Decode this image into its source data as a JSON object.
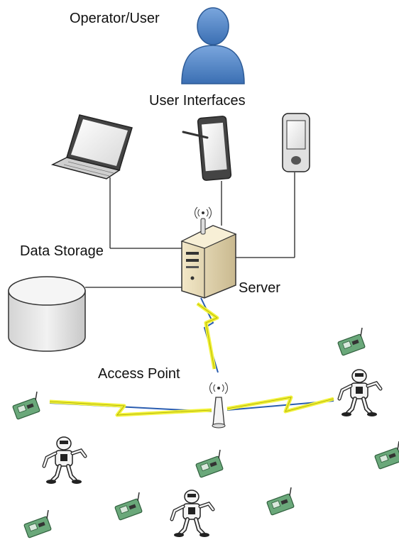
{
  "labels": {
    "operator": "Operator/User",
    "user_interfaces": "User Interfaces",
    "data_storage": "Data Storage",
    "server": "Server",
    "access_point": "Access Point"
  },
  "colors": {
    "person": "#4a7fc1",
    "device_frame": "#444444",
    "lightning": "#f2f23a",
    "link_blue": "#2a5db0",
    "module_green": "#5f9e6e",
    "server_body": "#eadcb6",
    "storage_body": "#e8e8e8"
  }
}
